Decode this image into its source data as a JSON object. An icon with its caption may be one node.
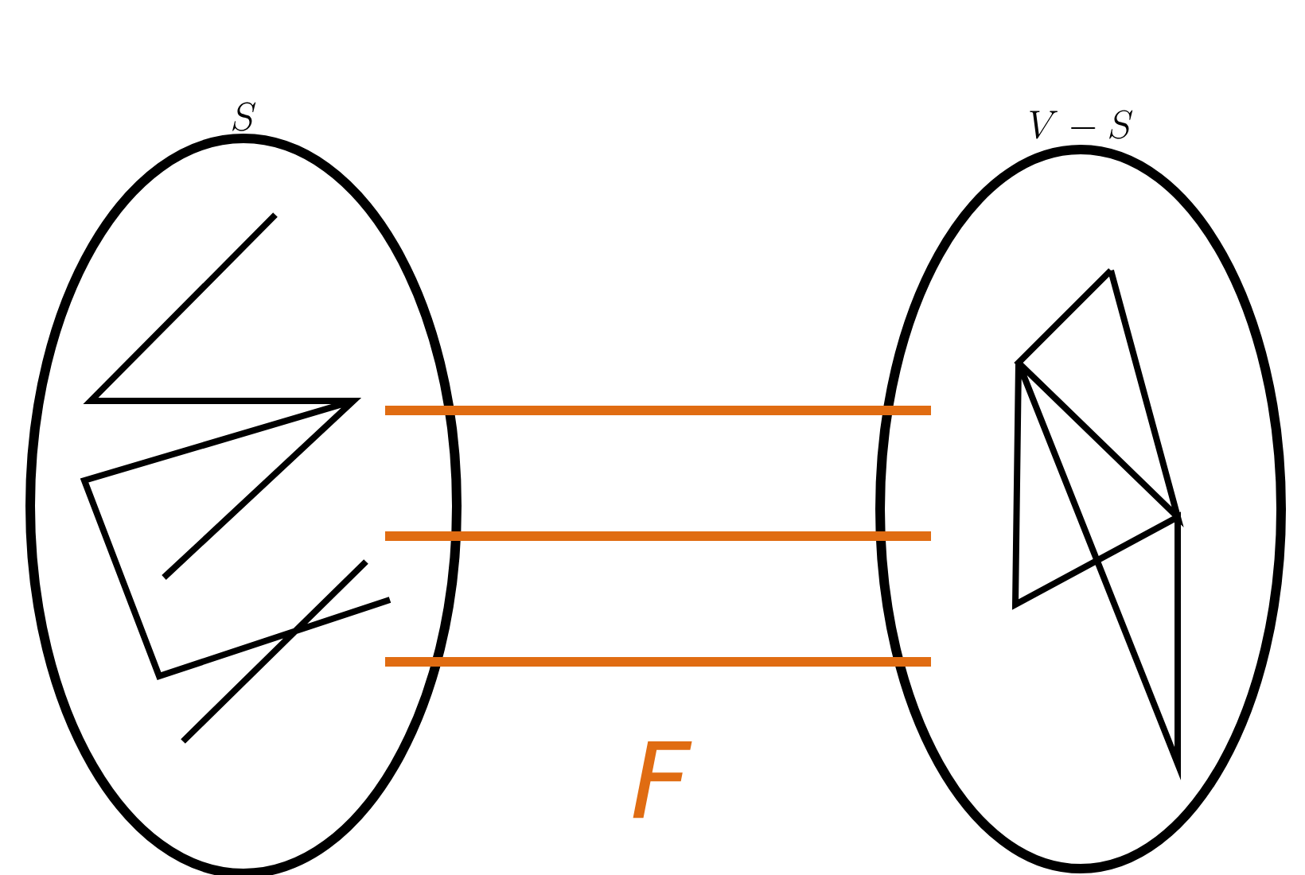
{
  "diagram": {
    "nodes": [
      {
        "text": [
          "S"
        ]
      },
      {
        "text": [
          "V - S"
        ]
      }
    ],
    "edges": [
      {
        "from": 0,
        "to": 1,
        "arrow": "none",
        "color": "#e06c12"
      },
      {
        "from": 0,
        "to": 1,
        "arrow": "none",
        "color": "#e06c12"
      },
      {
        "from": 0,
        "to": 1,
        "arrow": "none",
        "color": "#e06c12"
      }
    ],
    "labels": [
      "F"
    ]
  }
}
